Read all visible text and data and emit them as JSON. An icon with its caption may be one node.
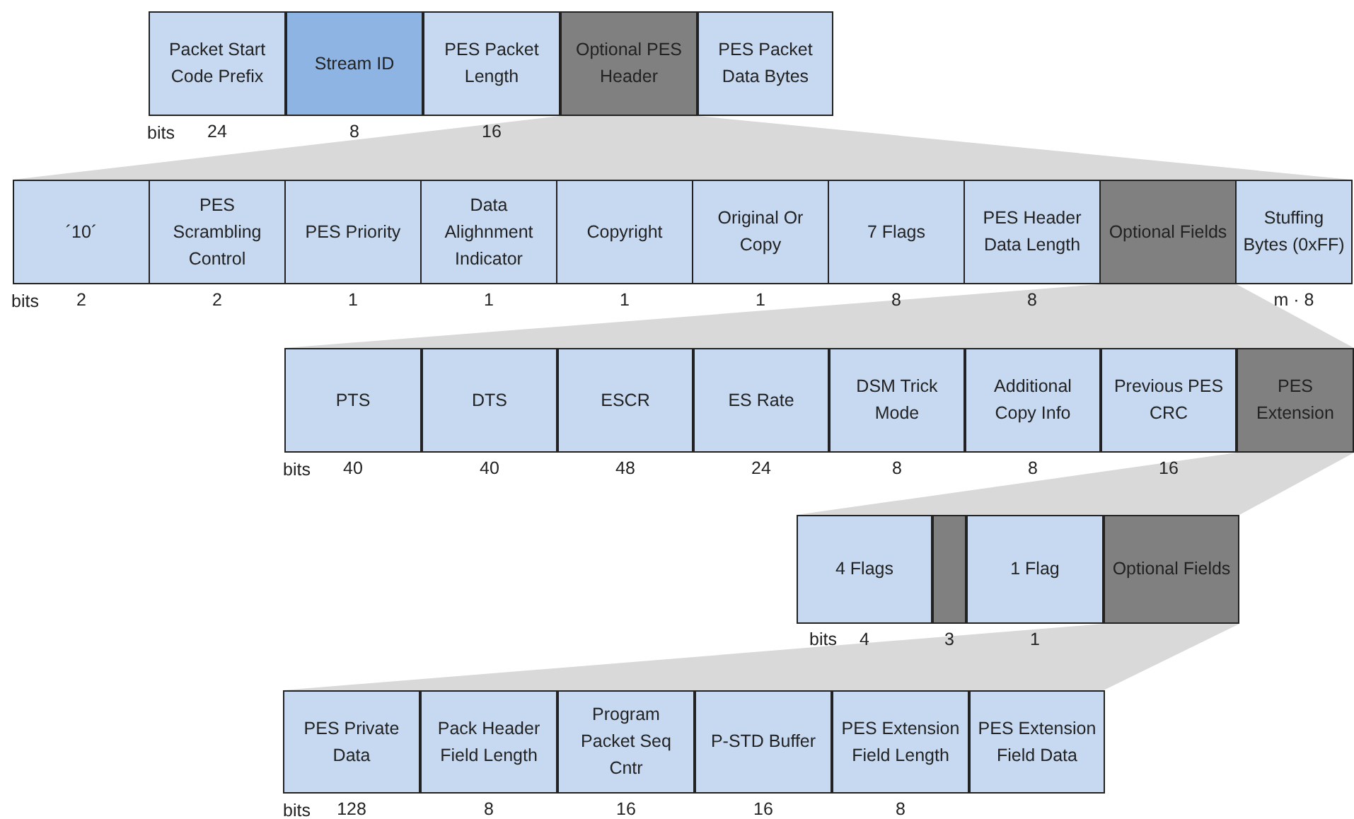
{
  "diagram": {
    "nodes": [
      {
        "text": [
          "Packet Start Code Prefix"
        ],
        "beside": [
          "24"
        ]
      },
      {
        "text": [
          "Stream ID"
        ],
        "beside": [
          "8"
        ]
      },
      {
        "text": [
          "PES Packet Length"
        ],
        "beside": [
          "16"
        ]
      },
      {
        "text": [
          "Optional PES Header"
        ]
      },
      {
        "text": [
          "PES Packet Data Bytes"
        ]
      },
      {
        "text": [
          "´10´"
        ],
        "beside": [
          "2"
        ]
      },
      {
        "text": [
          "PES Scrambling Control"
        ],
        "beside": [
          "2"
        ]
      },
      {
        "text": [
          "PES Priority"
        ],
        "beside": [
          "1"
        ]
      },
      {
        "text": [
          "Data Alighnment Indicator"
        ],
        "beside": [
          "1"
        ]
      },
      {
        "text": [
          "Copyright"
        ],
        "beside": [
          "1"
        ]
      },
      {
        "text": [
          "Original Or Copy"
        ],
        "beside": [
          "1"
        ]
      },
      {
        "text": [
          "7 Flags"
        ],
        "beside": [
          "8"
        ]
      },
      {
        "text": [
          "PES Header Data Length"
        ],
        "beside": [
          "8"
        ]
      },
      {
        "text": [
          "Optional Fields"
        ]
      },
      {
        "text": [
          "Stuffing Bytes (0xFF)"
        ],
        "beside": [
          "m · 8"
        ]
      },
      {
        "text": [
          "PTS"
        ],
        "beside": [
          "40"
        ]
      },
      {
        "text": [
          "DTS"
        ],
        "beside": [
          "40"
        ]
      },
      {
        "text": [
          "ESCR"
        ],
        "beside": [
          "48"
        ]
      },
      {
        "text": [
          "ES Rate"
        ],
        "beside": [
          "24"
        ]
      },
      {
        "text": [
          "DSM Trick Mode"
        ],
        "beside": [
          "8"
        ]
      },
      {
        "text": [
          "Additional Copy Info"
        ],
        "beside": [
          "8"
        ]
      },
      {
        "text": [
          "Previous PES CRC"
        ],
        "beside": [
          "16"
        ]
      },
      {
        "text": [
          "PES Extension"
        ]
      },
      {
        "text": [
          "4 Flags"
        ],
        "beside": [
          "4"
        ]
      },
      {
        "text": [],
        "shape": "box",
        "beside": [
          "3"
        ]
      },
      {
        "text": [
          "1 Flag"
        ],
        "beside": [
          "1"
        ]
      },
      {
        "text": [
          "Optional Fields"
        ]
      },
      {
        "text": [
          "PES Private Data"
        ],
        "beside": [
          "128"
        ]
      },
      {
        "text": [
          "Pack Header Field Length"
        ],
        "beside": [
          "8"
        ]
      },
      {
        "text": [
          "Program Packet Seq Cntr"
        ],
        "beside": [
          "16"
        ]
      },
      {
        "text": [
          "P-STD Buffer"
        ],
        "beside": [
          "16"
        ]
      },
      {
        "text": [
          "PES Extension Field Length"
        ],
        "beside": [
          "8"
        ]
      },
      {
        "text": [
          "PES Extension Field Data"
        ]
      }
    ],
    "labels": [
      "bits",
      "bits",
      "bits",
      "bits",
      "bits"
    ]
  }
}
